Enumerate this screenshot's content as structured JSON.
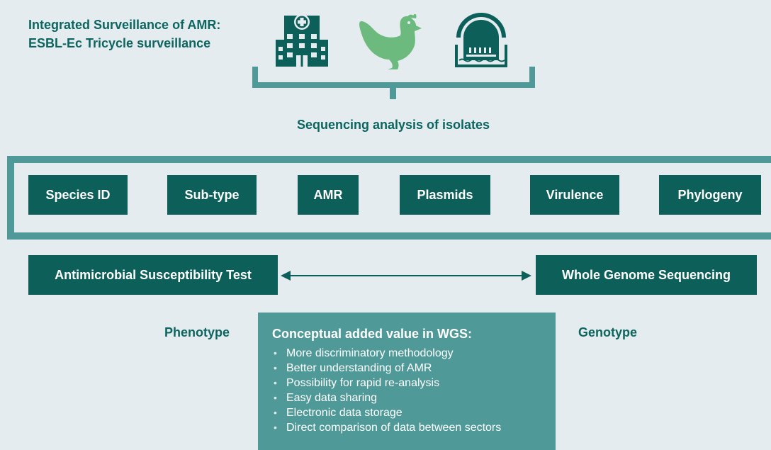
{
  "title": {
    "line1": "Integrated Surveillance of AMR:",
    "line2": "ESBL-Ec Tricycle surveillance"
  },
  "icons": {
    "hospital": "hospital-icon",
    "chicken": "chicken-icon",
    "environment": "water-treatment-icon"
  },
  "sequencing_label": "Sequencing analysis of isolates",
  "categories": [
    "Species ID",
    "Sub-type",
    "AMR",
    "Plasmids",
    "Virulence",
    "Phylogeny"
  ],
  "methods": {
    "ast": "Antimicrobial Susceptibility Test",
    "wgs": "Whole Genome Sequencing"
  },
  "phenotype_label": "Phenotype",
  "genotype_label": "Genotype",
  "panel": {
    "title": "Conceptual added value in WGS:",
    "bullet": "•",
    "items": [
      "More discriminatory methodology",
      "Better understanding of AMR",
      "Possibility for rapid re-analysis",
      "Easy data sharing",
      "Electronic data storage",
      "Direct comparison of data between sectors"
    ]
  },
  "colors": {
    "background": "#e4ecef",
    "dark_teal": "#0d5f5a",
    "mid_teal": "#4f9a99",
    "light_green": "#6dba7e"
  }
}
